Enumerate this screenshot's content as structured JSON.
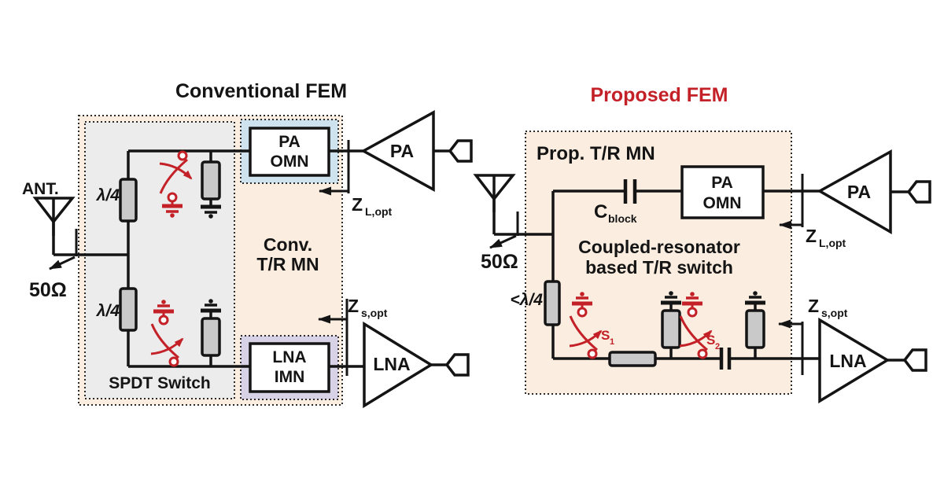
{
  "titles": {
    "left": "Conventional FEM",
    "right": "Proposed FEM"
  },
  "colors": {
    "red": "#c32127",
    "peach_fill": "#fbeee1",
    "gray_fill": "#ececec",
    "blue_fill": "#cfe3ee",
    "purple_fill": "#d7d2e5",
    "element_fill": "#c9c9c9",
    "line": "#141414"
  },
  "left": {
    "ant_label": "ANT.",
    "impedance": "50Ω",
    "lambda_top": "λ/4",
    "lambda_bottom": "λ/4",
    "spdt_label": "SPDT Switch",
    "trmn_line1": "Conv.",
    "trmn_line2": "T/R MN",
    "pa_omn_line1": "PA",
    "pa_omn_line2": "OMN",
    "lna_imn_line1": "LNA",
    "lna_imn_line2": "IMN",
    "pa_label": "PA",
    "lna_label": "LNA",
    "zl_main": "Z",
    "zl_sub": "L,opt",
    "zs_main": "Z",
    "zs_sub": "s,opt"
  },
  "right": {
    "trmn_label": "Prop. T/R MN",
    "impedance": "50Ω",
    "lambda_label": "<λ/4",
    "cblock_main": "C",
    "cblock_sub": "block",
    "resonator_line1": "Coupled-resonator",
    "resonator_line2": "based T/R switch",
    "pa_omn_line1": "PA",
    "pa_omn_line2": "OMN",
    "s1_main": "S",
    "s1_sub": "1",
    "s2_main": "S",
    "s2_sub": "2",
    "pa_label": "PA",
    "lna_label": "LNA",
    "zl_main": "Z",
    "zl_sub": "L,opt",
    "zs_main": "Z",
    "zs_sub": "s,opt"
  }
}
